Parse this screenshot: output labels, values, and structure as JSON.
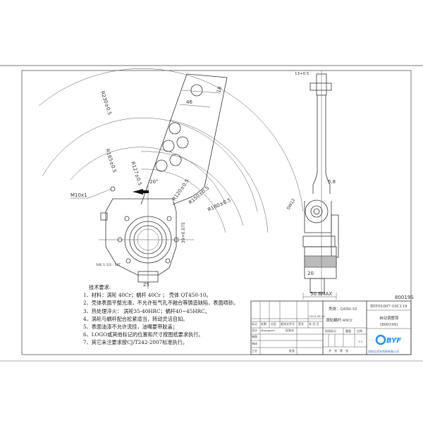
{
  "drawing": {
    "part_code_corner": "80019S",
    "dimensions": {
      "r230": "R230±0.5",
      "r165": "R165±0.5",
      "r127": "R127±0.5",
      "r120": "R120±0.5",
      "r150": "R150±0.5",
      "r180": "R180±0.5",
      "w46": "46",
      "w18": "18",
      "angle20": "20°",
      "grease": "M10x1",
      "d39": "39+0.075",
      "spline": "SAE 1-1/2 - 10T",
      "w25": "25",
      "w13": "13+0.5",
      "w5_8": "5.8",
      "sw12": "SW12",
      "w20": "20",
      "max": "50.8MAX"
    }
  },
  "notes": {
    "title": "技术要求:",
    "items": [
      "1、材料：涡轮 40Cr；蜗杆 40Cr ； 壳体 QT450-10。",
      "2、壳体表面平整光滑，不允许有气孔不融合等铸造缺陷，表面喷砂。",
      "3、热处理淬火： 涡轮35-40HRC；蜗杆40~45HRC。",
      "4、涡轮与蜗杆配合松紧适当，转动灵活自如。",
      "5、表面油漆不允许流挂，油嘴要带胶盖；",
      "6、LOGO或其他标记的位置和尺寸按图纸要求执行。",
      "7、其它未注要求按CJ/T242-2007标准执行。"
    ]
  },
  "title_block": {
    "date": "2020.06.00",
    "headers": [
      "标记",
      "处数",
      "分区",
      "更改文件号",
      "签名",
      "年.月.日"
    ],
    "design": "设计",
    "designer": "zhangsan",
    "standardization": "标准化",
    "drawing": "制图",
    "review": "审核",
    "process": "工艺",
    "approve": "批准",
    "housing": "壳体：Q450-10",
    "worm": "涡轮蜗杆:40Cr",
    "stage": "阶段标记",
    "weight": "重量",
    "scale_label": "比例",
    "scale": "1:1",
    "sheets": "共　张　第　张",
    "drawing_no": "BYF01007-10C119",
    "part_name": "自动调整臂",
    "part_code": "(80019S)",
    "logo": "BYF",
    "company": "深圳比亚夫贸易有限公司",
    "brand_color": "#1e90ff"
  }
}
